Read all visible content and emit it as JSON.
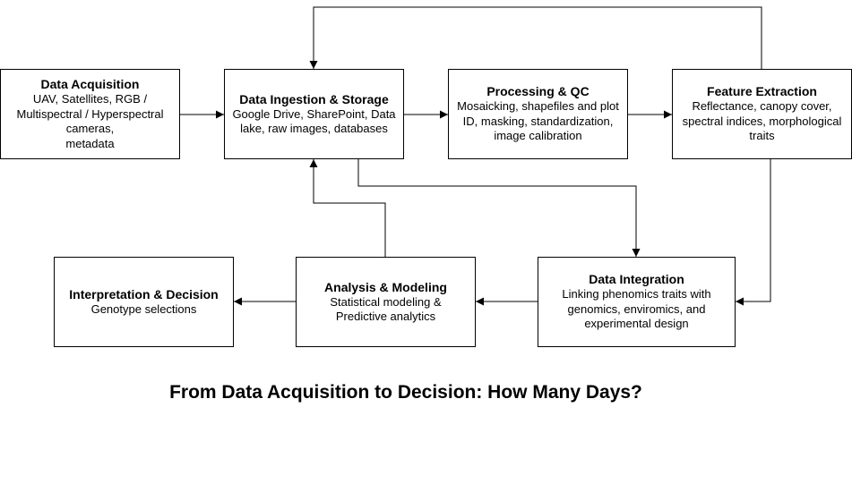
{
  "diagram": {
    "nodes": [
      {
        "id": "data-acquisition",
        "title": "Data Acquisition",
        "body": "UAV, Satellites, RGB /\nMultispectral / Hyperspectral\ncameras,\nmetadata"
      },
      {
        "id": "data-ingestion-storage",
        "title": "Data Ingestion & Storage",
        "body": "Google Drive, SharePoint, Data\nlake, raw images, databases"
      },
      {
        "id": "processing-qc",
        "title": "Processing & QC",
        "body": "Mosaicking, shapefiles and plot\nID, masking, standardization,\nimage calibration"
      },
      {
        "id": "feature-extraction",
        "title": "Feature Extraction",
        "body": "Reflectance, canopy cover,\nspectral indices, morphological\ntraits"
      },
      {
        "id": "data-integration",
        "title": "Data Integration",
        "body": "Linking phenomics traits with\ngenomics, enviromics, and\nexperimental design"
      },
      {
        "id": "analysis-modeling",
        "title": "Analysis & Modeling",
        "body": "Statistical modeling &\nPredictive analytics"
      },
      {
        "id": "interpretation-decision",
        "title": "Interpretation & Decision",
        "body": "Genotype selections"
      }
    ],
    "edges": [
      {
        "from": "data-acquisition",
        "to": "data-ingestion-storage"
      },
      {
        "from": "data-ingestion-storage",
        "to": "processing-qc"
      },
      {
        "from": "processing-qc",
        "to": "feature-extraction"
      },
      {
        "from": "feature-extraction",
        "to": "data-ingestion-storage"
      },
      {
        "from": "feature-extraction",
        "to": "data-integration"
      },
      {
        "from": "data-ingestion-storage",
        "to": "data-integration"
      },
      {
        "from": "data-integration",
        "to": "analysis-modeling"
      },
      {
        "from": "analysis-modeling",
        "to": "interpretation-decision"
      },
      {
        "from": "analysis-modeling",
        "to": "data-ingestion-storage"
      }
    ]
  },
  "caption": "From Data Acquisition to Decision: How Many Days?"
}
